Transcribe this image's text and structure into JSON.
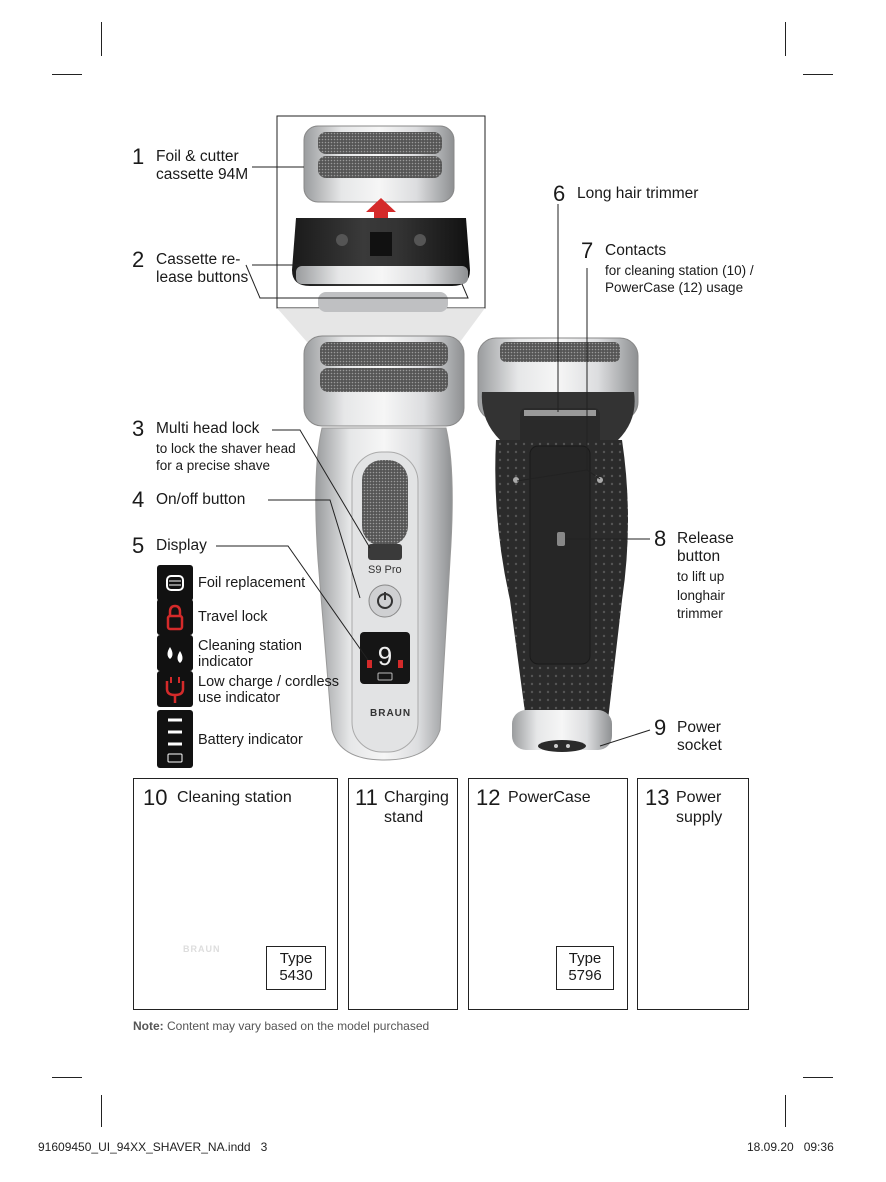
{
  "parts": [
    {
      "num": "1",
      "line1": "Foil & cutter",
      "line2": "cassette 94M"
    },
    {
      "num": "2",
      "line1": "Cassette re-",
      "line2": "lease buttons"
    },
    {
      "num": "3",
      "line1": "Multi head lock",
      "sub1": "to lock the shaver head",
      "sub2": "for a precise shave"
    },
    {
      "num": "4",
      "line1": "On/off button"
    },
    {
      "num": "5",
      "line1": "Display"
    },
    {
      "num": "6",
      "line1": "Long hair trimmer"
    },
    {
      "num": "7",
      "line1": "Contacts",
      "sub1": "for cleaning station (10) /",
      "sub2": "PowerCase (12) usage"
    },
    {
      "num": "8",
      "line1": "Release",
      "line2": "button",
      "sub1": "to lift up",
      "sub2": "longhair",
      "sub3": "trimmer"
    },
    {
      "num": "9",
      "line1": "Power",
      "line2": "socket"
    }
  ],
  "display_items": [
    {
      "label": "Foil replacement",
      "icon": "foil-replacement-icon"
    },
    {
      "label": "Travel lock",
      "icon": "lock-icon"
    },
    {
      "label1": "Cleaning station",
      "label2": "indicator",
      "icon": "drops-icon"
    },
    {
      "label1": "Low charge / cordless",
      "label2": "use indicator",
      "icon": "plug-icon"
    },
    {
      "label": "Battery indicator",
      "icon": "battery-icon"
    }
  ],
  "accessories": [
    {
      "num": "10",
      "title": "Cleaning station",
      "type_label": "Type",
      "type_value": "5430"
    },
    {
      "num": "11",
      "title1": "Charging",
      "title2": "stand"
    },
    {
      "num": "12",
      "title": "PowerCase",
      "type_label": "Type",
      "type_value": "5796"
    },
    {
      "num": "13",
      "title1": "Power",
      "title2": "supply"
    }
  ],
  "shaver": {
    "brand": "BRAUN",
    "model": "S9 Pro",
    "display_digit": "9"
  },
  "cleaning_station_brand": "BRAUN",
  "note": {
    "label": "Note:",
    "text": " Content may vary based on the model purchased"
  },
  "footer": {
    "left": "91609450_UI_94XX_SHAVER_NA.indd   3",
    "right": "18.09.20   09:36"
  },
  "colors": {
    "display_bg": "#111111",
    "indicator_red": "#d42a2a",
    "silver": "#c9cbcd",
    "dark_body": "#2a2a2a"
  }
}
